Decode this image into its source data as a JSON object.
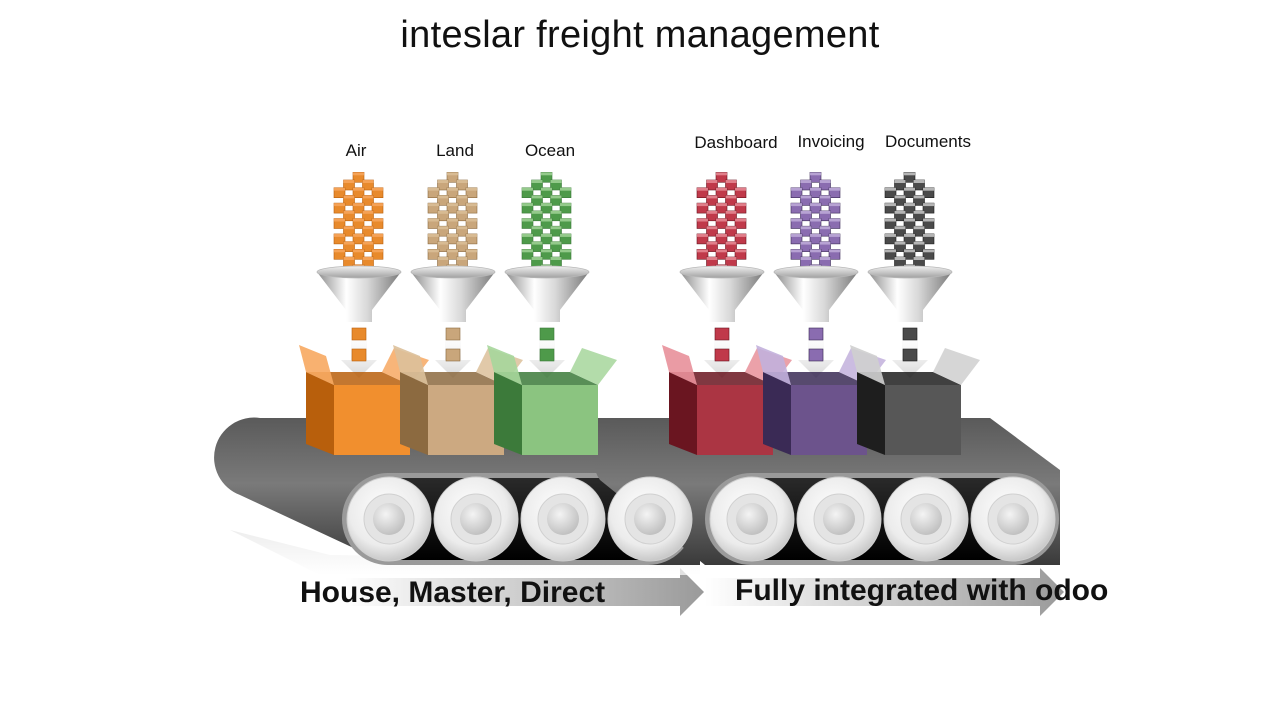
{
  "title": "inteslar freight management",
  "groups": [
    {
      "name": "transport",
      "caption": "House, Master, Direct",
      "items": [
        {
          "label": "Air",
          "color": "#f08a24",
          "light": "#f7a861",
          "dark": "#b85f0c",
          "cube": "#e88a2c"
        },
        {
          "label": "Land",
          "color": "#c8a47c",
          "light": "#dcc09a",
          "dark": "#8c6a40",
          "cube": "#c9a67b"
        },
        {
          "label": "Ocean",
          "color": "#86c07a",
          "light": "#a6d69b",
          "dark": "#3c7a3a",
          "cube": "#4e9a4a"
        }
      ]
    },
    {
      "name": "integration",
      "caption": "Fully integrated with odoo",
      "items": [
        {
          "label": "Dashboard",
          "color": "#9e2230",
          "light": "#e8909a",
          "dark": "#6a1520",
          "cube": "#c0394a"
        },
        {
          "label": "Invoicing",
          "color": "#5a3f7a",
          "light": "#c2b0dc",
          "dark": "#3a2a55",
          "cube": "#8a6cb0"
        },
        {
          "label": "Documents",
          "color": "#3e3e3e",
          "light": "#cfcfcf",
          "dark": "#1e1e1e",
          "cube": "#4a4a4a"
        }
      ]
    }
  ]
}
